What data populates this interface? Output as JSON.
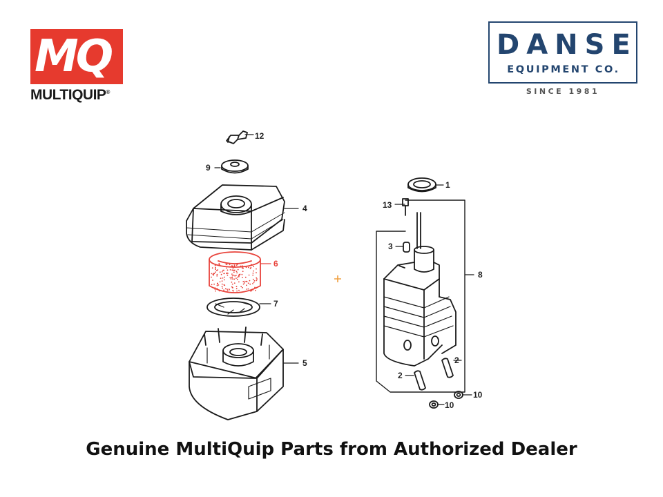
{
  "logos": {
    "multiquip": {
      "letters": "MQ",
      "wordmark": "MULTIQUIP",
      "brand_color": "#e63a2e"
    },
    "danse": {
      "name": "DANSE",
      "subtitle": "EQUIPMENT CO.",
      "since": "SINCE 1981",
      "brand_color": "#23456f"
    }
  },
  "diagram": {
    "callouts": {
      "c12": "12",
      "c9": "9",
      "c4": "4",
      "c6": "6",
      "c7": "7",
      "c5": "5",
      "c1": "1",
      "c13": "13",
      "c3": "3",
      "c8": "8",
      "c2a": "2",
      "c2b": "2",
      "c10a": "10",
      "c10b": "10"
    },
    "highlight_color": "#e8423a",
    "cursor_icon": "crosshair-plus-icon"
  },
  "caption": "Genuine MultiQuip Parts from Authorized Dealer"
}
